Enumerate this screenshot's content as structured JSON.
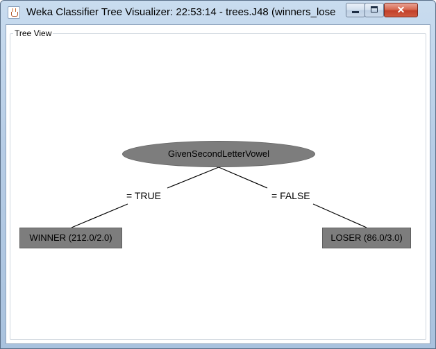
{
  "window": {
    "title": "Weka Classifier Tree Visualizer: 22:53:14 - trees.J48 (winners_loser...",
    "app_icon": "java-cup-icon",
    "buttons": {
      "minimize_icon": "minimize-icon",
      "maximize_icon": "maximize-icon",
      "close_label": "✕"
    }
  },
  "panel": {
    "label": "Tree View"
  },
  "tree": {
    "root": {
      "label": "GivenSecondLetterVowel"
    },
    "edges": [
      {
        "label": "= TRUE"
      },
      {
        "label": "= FALSE"
      }
    ],
    "leaves": [
      {
        "label": "WINNER (212.0/2.0)"
      },
      {
        "label": "LOSER (86.0/3.0)"
      }
    ]
  },
  "colors": {
    "node_fill": "#7d7d7d",
    "titlebar": "#b7cde6",
    "close_button": "#c2402a"
  }
}
